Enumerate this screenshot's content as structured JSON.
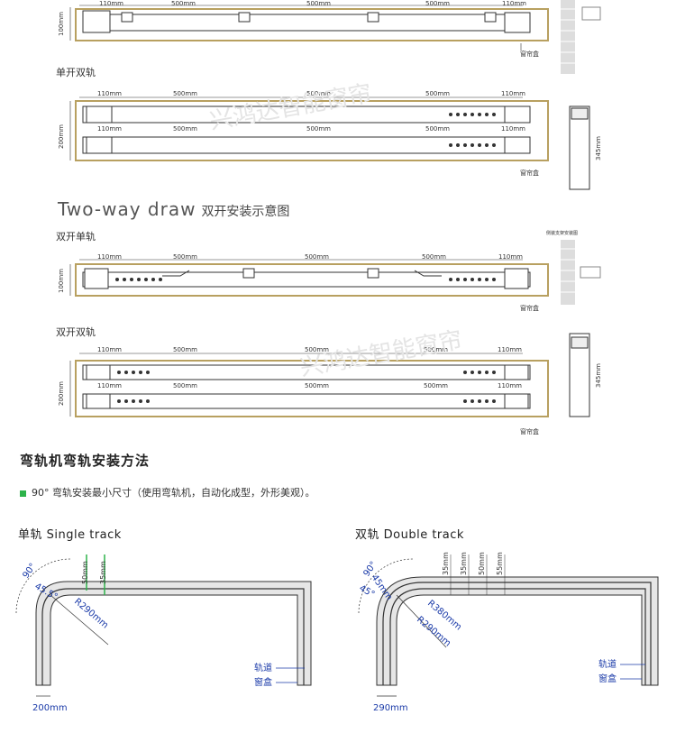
{
  "section_one_way": {
    "single": {
      "dims": [
        "110mm",
        "500mm",
        "500mm",
        "500mm",
        "110mm"
      ],
      "height": "100mm",
      "box_label": "窗帘盒"
    },
    "double": {
      "title": "单开双轨",
      "dims_top": [
        "110mm",
        "500mm",
        "500mm",
        "500mm",
        "110mm"
      ],
      "dims_mid": [
        "110mm",
        "500mm",
        "500mm",
        "500mm",
        "110mm"
      ],
      "height": "200mm",
      "box_label": "窗帘盒",
      "side_height": "345mm"
    }
  },
  "watermark": "兴鸿达智能窗帘",
  "two_way": {
    "title_en": "Two-way draw",
    "title_cn": "双开安装示意图",
    "single": {
      "title": "双开单轨",
      "dims": [
        "110mm",
        "500mm",
        "500mm",
        "500mm",
        "110mm"
      ],
      "height": "100mm",
      "box_label": "窗帘盒",
      "side_caption": "侧装支架安装图"
    },
    "double": {
      "title": "双开双轨",
      "dims_top": [
        "110mm",
        "500mm",
        "500mm",
        "500mm",
        "110mm"
      ],
      "dims_mid": [
        "110mm",
        "500mm",
        "500mm",
        "500mm",
        "110mm"
      ],
      "height": "200mm",
      "box_label": "窗帘盒",
      "side_height": "345mm"
    }
  },
  "bend": {
    "heading": "弯轨机弯轨安装方法",
    "note": "90° 弯轨安装最小尺寸（使用弯轨机，自动化成型，外形美观）。",
    "single": {
      "title": "单轨 Single track",
      "angle": "90°",
      "angle2": "45.5°",
      "dim_50": "50mm",
      "dim_35": "35mm",
      "radius": "R290mm",
      "track_label": "轨道",
      "box_label": "窗盒",
      "bottom": "200mm"
    },
    "double": {
      "title": "双轨 Double track",
      "angle": "90°",
      "angle2": "45°",
      "angle3": "45mm",
      "dims": [
        "35mm",
        "35mm",
        "50mm",
        "55mm"
      ],
      "r1": "R380mm",
      "r2": "R290mm",
      "track_label": "轨道",
      "box_label": "窗盒",
      "bottom": "290mm"
    }
  },
  "colors": {
    "box_outline": "#b8a060",
    "track": "#333333",
    "green": "#2db34a",
    "blue": "#1a3aa8",
    "bend_fill": "#e6e6e6"
  }
}
